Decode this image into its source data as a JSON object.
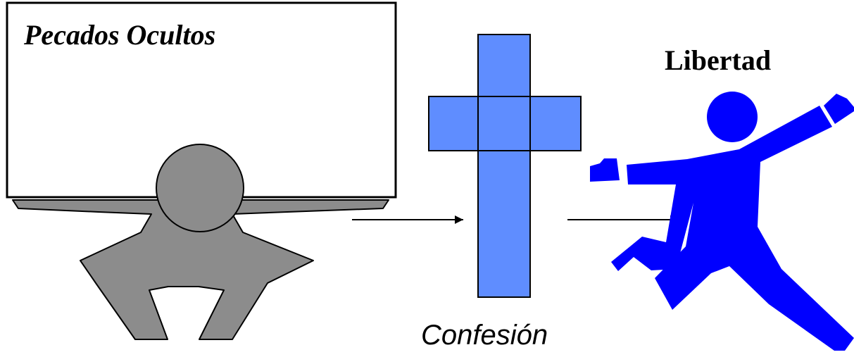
{
  "labels": {
    "burden": "Pecados Ocultos",
    "freedom": "Libertad",
    "confession": "Confesión"
  },
  "colors": {
    "burden_figure": "#8c8c8c",
    "cross": "#5f8dff",
    "free_figure": "#0000ff",
    "outline": "#000000"
  },
  "icons": {
    "burdened_person": "person-carrying-box-icon",
    "cross": "cross-icon",
    "free_person": "running-person-icon"
  }
}
